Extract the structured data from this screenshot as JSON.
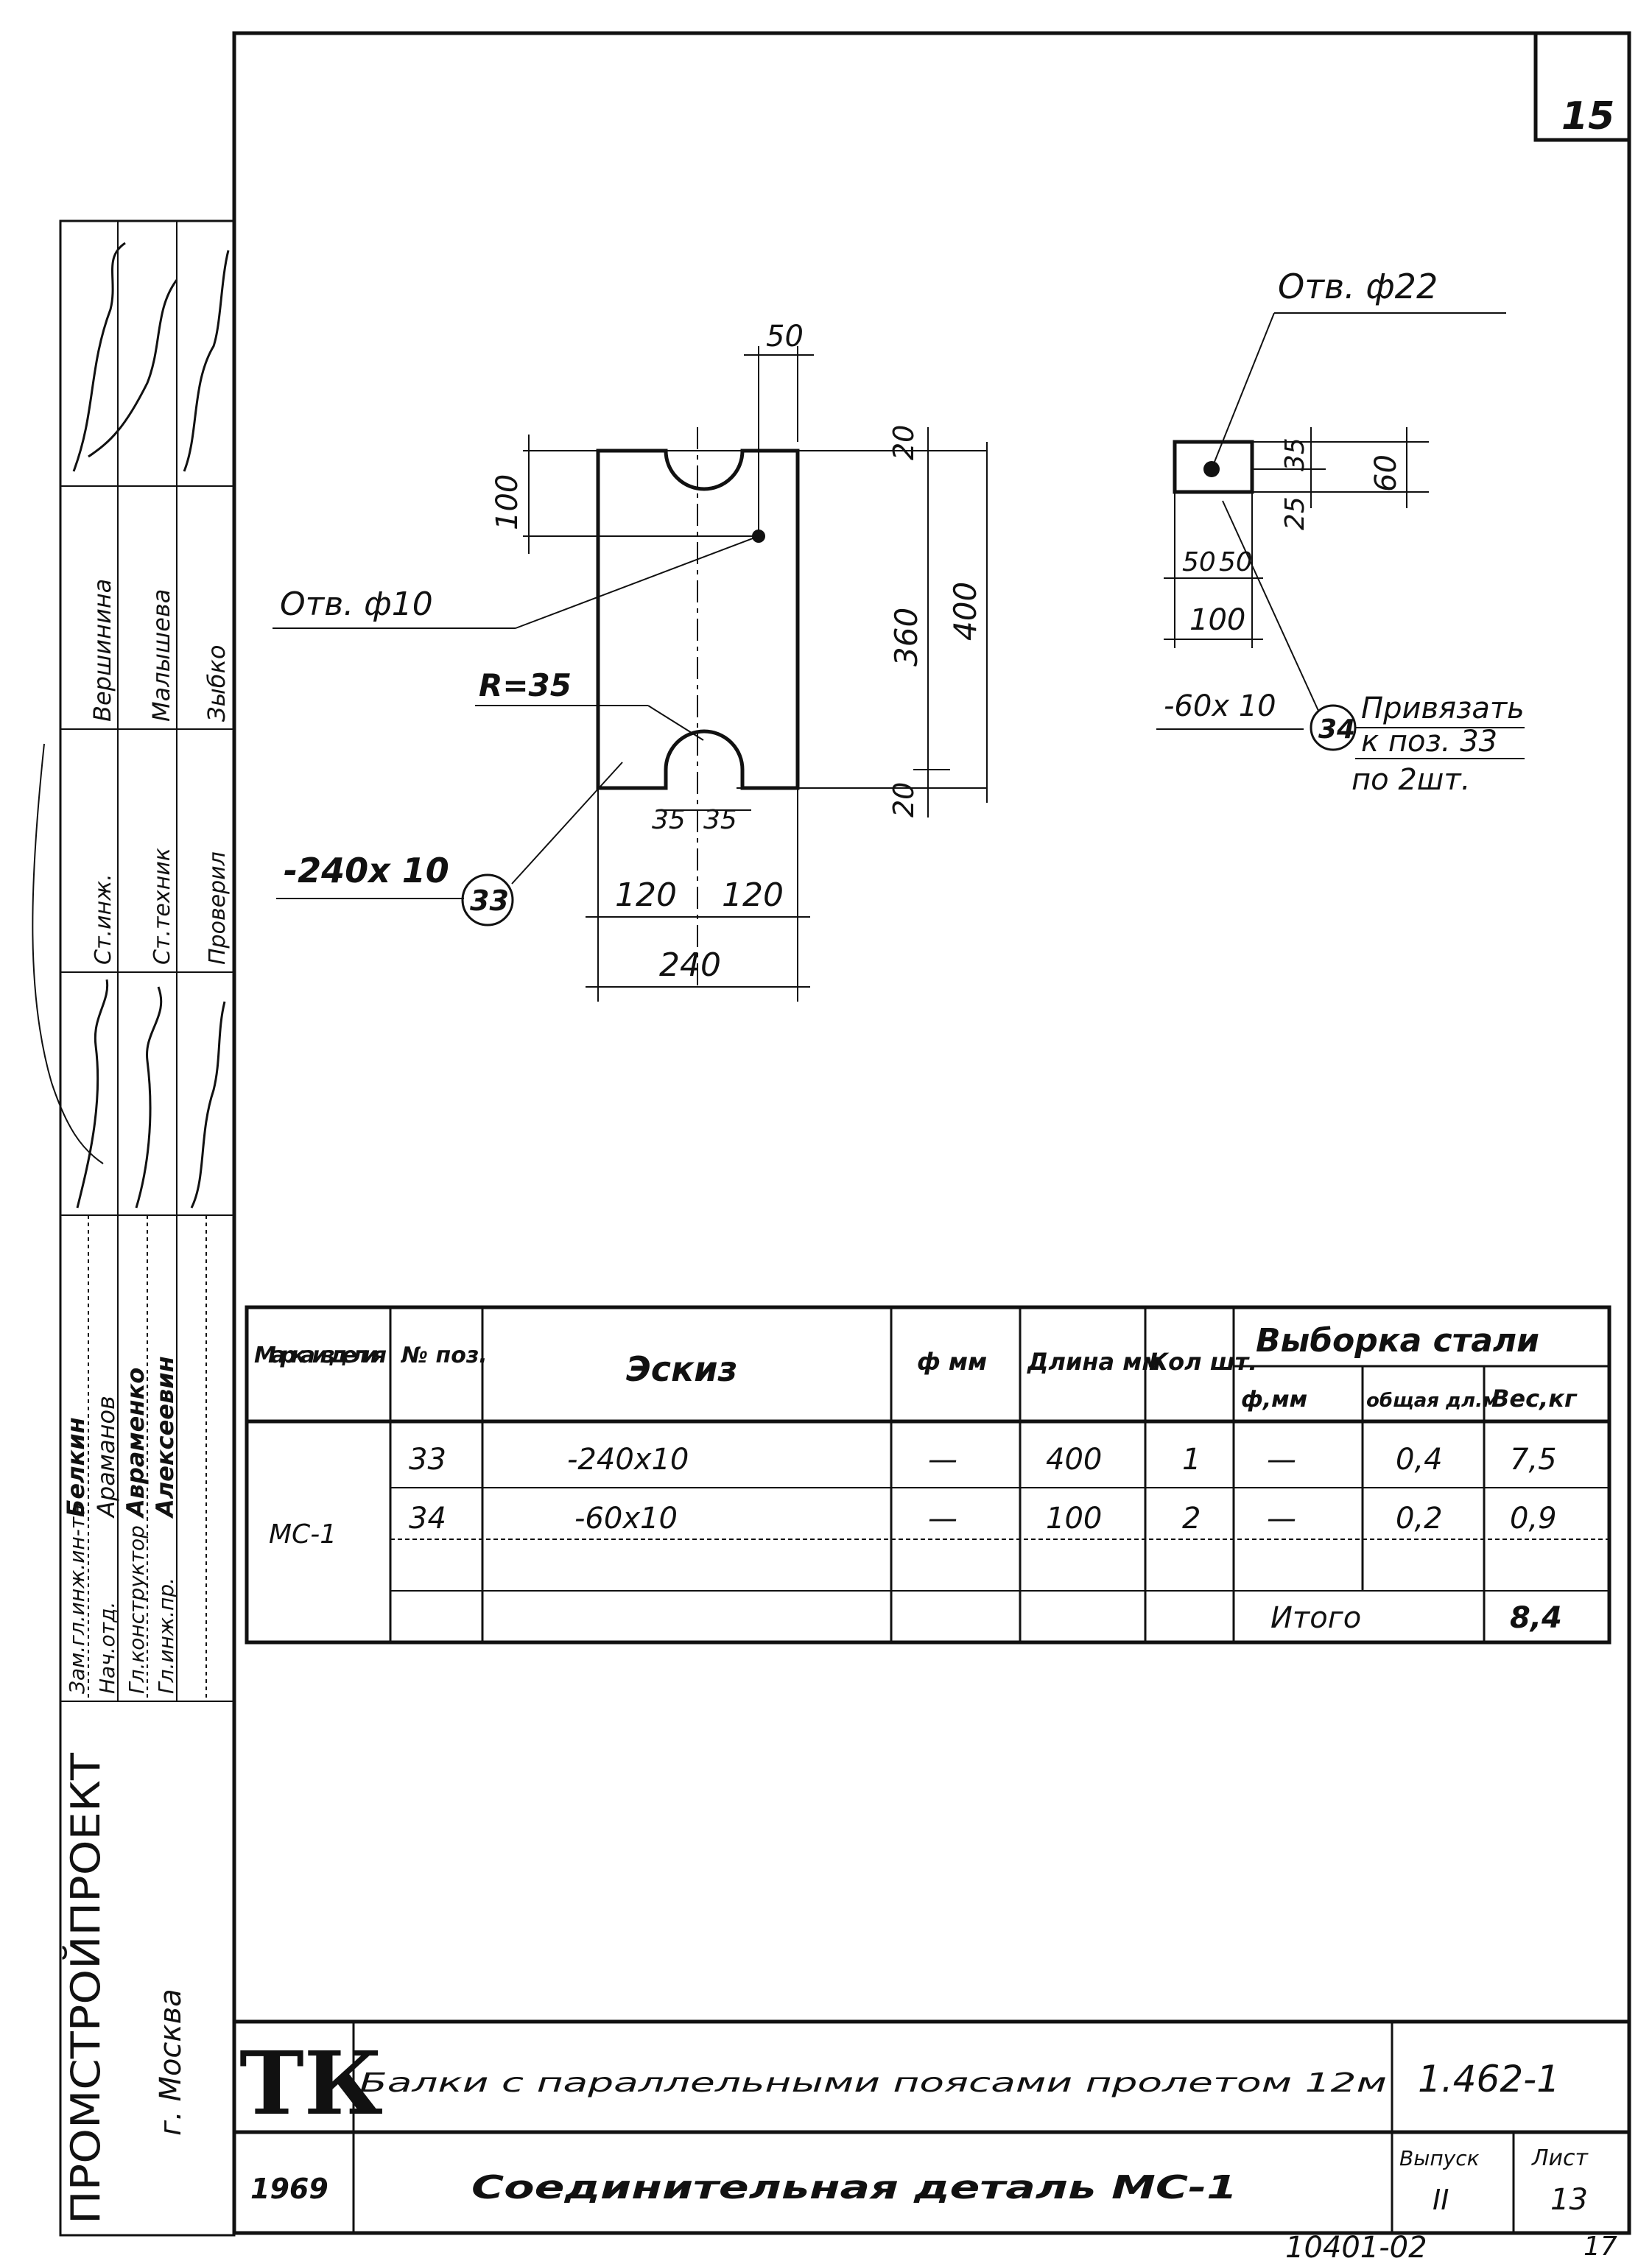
{
  "sheet": {
    "corner_number": "15",
    "bottom_doc_no": "10401-02",
    "bottom_page": "17"
  },
  "drawing": {
    "left_part": {
      "dim_top_width": "50",
      "dim_top_offset": "20",
      "dim_hole_from_top": "100",
      "dim_between_holes": "360",
      "dim_total_height": "400",
      "dim_bottom_offset": "20",
      "hole_label": "Отв. ф10",
      "radius_label": "R=35",
      "dim_slot_a": "35",
      "dim_slot_b": "35",
      "dim_half_a": "120",
      "dim_half_b": "120",
      "dim_total_width": "240",
      "section_label": "-240х 10",
      "position_no": "33"
    },
    "right_part": {
      "hole_label": "Отв. ф22",
      "dim_a": "35",
      "dim_b": "25",
      "dim_height": "60",
      "dim_w1": "50",
      "dim_w2": "50",
      "dim_width": "100",
      "section_label": "-60х 10",
      "position_no": "34",
      "note_1": "Привязать",
      "note_2": "к поз. 33",
      "note_3": "по 2шт."
    }
  },
  "table": {
    "headers": {
      "mark": "Марка изделия",
      "pos": "№ поз.",
      "sketch": "Эскиз",
      "phi": "ф мм",
      "length": "Длина мм",
      "qty": "Кол шт.",
      "selection": "Выборка стали",
      "sel_phi": "ф,мм",
      "sel_total": "общая дл.м",
      "sel_weight": "Вес,кг"
    },
    "mark_value": "МС-1",
    "rows": [
      {
        "pos": "33",
        "sketch": "-240х10",
        "phi": "—",
        "length": "400",
        "qty": "1",
        "sel_phi": "—",
        "total": "0,4",
        "weight": "7,5"
      },
      {
        "pos": "34",
        "sketch": "-60х10",
        "phi": "—",
        "length": "100",
        "qty": "2",
        "sel_phi": "—",
        "total": "0,2",
        "weight": "0,9"
      }
    ],
    "total_label": "Итого",
    "total_weight": "8,4"
  },
  "side_stamp": {
    "org": "ПРОМСТРОЙПРОЕКТ",
    "city": "г. Москва",
    "roles": [
      "Зам.гл.инж.ин-та",
      "Нач.отд.",
      "Гл.конструктор",
      "Гл.инж.пр."
    ],
    "names": [
      "Белкин",
      "Араманов",
      "Авраменко",
      "Алексеевин"
    ],
    "roles2": [
      "Ст.инж.",
      "Ст.техник",
      "Проверил"
    ],
    "names2": [
      "Вершинина",
      "Малышева",
      "Зыбко"
    ]
  },
  "title_block": {
    "logo": "ТК",
    "project": "Балки с параллельными поясами пролетом 12м",
    "code": "1.462-1",
    "year": "1969",
    "title": "Соединительная деталь МС-1",
    "issue_label": "Выпуск",
    "issue": "II",
    "sheet_label": "Лист",
    "sheet": "13"
  }
}
